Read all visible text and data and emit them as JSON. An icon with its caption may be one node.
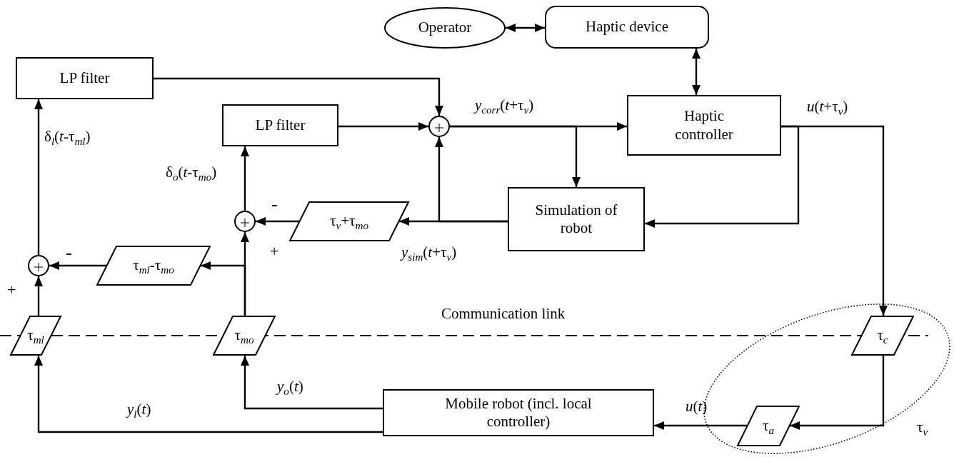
{
  "diagram": {
    "nodes": [
      {
        "text": [
          "Operator"
        ]
      },
      {
        "text": [
          "Haptic device"
        ]
      },
      {
        "text": [
          "Haptic controller"
        ]
      },
      {
        "text": [
          "LP filter"
        ]
      },
      {
        "text": [
          "LP filter"
        ]
      },
      {
        "text": [],
        "shape": "circle"
      },
      {
        "text": [
          "Simulation of robot"
        ]
      },
      {
        "text": [
          "τ$_{v}$+τ$_{mo}$"
        ]
      },
      {
        "text": [],
        "shape": "circle"
      },
      {
        "text": [
          "τ$_{ml}$-τ$_{mo}$"
        ]
      },
      {
        "text": [],
        "shape": "circle"
      },
      {
        "text": [
          "τ$_{ml}$"
        ]
      },
      {
        "text": [
          "τ$_{mo}$"
        ]
      },
      {
        "text": [
          "τ$_{v}$"
        ]
      },
      {
        "text": [
          "τ$_{c}$"
        ],
        "in": 13
      },
      {
        "text": [
          "Mobile robot (incl. local controller)"
        ]
      },
      {
        "text": [
          "τ$_{a}$"
        ],
        "in": 13
      }
    ],
    "edges": [
      {
        "from": 0,
        "to": 1,
        "arrow": "both"
      },
      {
        "from": 1,
        "to": 2,
        "arrow": "both"
      },
      {
        "from": 3,
        "to": 5,
        "arrow": "to"
      },
      {
        "from": 4,
        "to": 5,
        "arrow": "to"
      },
      {
        "from": 5,
        "to": 2,
        "arrow": "to",
        "label": "*y*$_{corr}$(*t*+τ$_{v}$)"
      },
      {
        "from": 5,
        "to": 6,
        "arrow": "to"
      },
      {
        "from": 2,
        "to": 6,
        "arrow": "to"
      },
      {
        "from": 2,
        "to": 14,
        "arrow": "to",
        "label": "*u*(*t*+τ$_{v}$)"
      },
      {
        "from": 6,
        "to": 7,
        "arrow": "to",
        "label": "*y*$_{sim}$(*t*+τ$_{v}$)"
      },
      {
        "from": 6,
        "to": 5,
        "arrow": "to"
      },
      {
        "from": 7,
        "to": 8,
        "arrow": "to"
      },
      {
        "from": 8,
        "to": 4,
        "arrow": "to",
        "label": "δ$_{o}$(*t*-τ$_{mo}$)"
      },
      {
        "from": 12,
        "to": 8,
        "arrow": "to"
      },
      {
        "from": 12,
        "to": 9,
        "arrow": "to"
      },
      {
        "from": 9,
        "to": 10,
        "arrow": "to"
      },
      {
        "from": 10,
        "to": 3,
        "arrow": "to",
        "label": "δ$_{l}$(*t*-τ$_{ml}$)"
      },
      {
        "from": 11,
        "to": 10,
        "arrow": "to"
      },
      {
        "from": 14,
        "to": 16,
        "arrow": "to"
      },
      {
        "from": 16,
        "to": 15,
        "arrow": "to",
        "label": "*u*(*t*)"
      },
      {
        "from": 15,
        "to": 12,
        "arrow": "to",
        "label": "*y*$_{o}$(*t*)"
      },
      {
        "from": 15,
        "to": 11,
        "arrow": "to",
        "label": "*y*$_{l}$(*t*)"
      }
    ],
    "labels": [
      "-",
      "+",
      "-",
      "+",
      "Communication link"
    ]
  }
}
